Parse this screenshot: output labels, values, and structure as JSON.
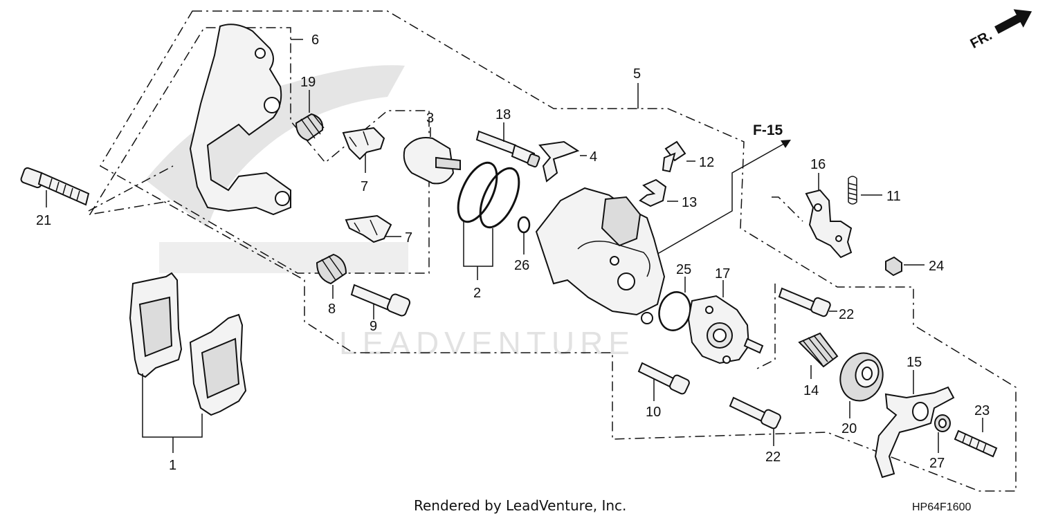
{
  "diagram": {
    "callouts": {
      "c1": "1",
      "c2": "2",
      "c3": "3",
      "c4": "4",
      "c5": "5",
      "c6": "6",
      "c7a": "7",
      "c7b": "7",
      "c8": "8",
      "c9": "9",
      "c10": "10",
      "c11": "11",
      "c12": "12",
      "c13": "13",
      "c14": "14",
      "c15": "15",
      "c16": "16",
      "c17": "17",
      "c18": "18",
      "c19": "19",
      "c20": "20",
      "c21": "21",
      "c22a": "22",
      "c22b": "22",
      "c23": "23",
      "c24": "24",
      "c25": "25",
      "c26": "26",
      "c27": "27"
    },
    "direction_label": "FR.",
    "reference_label": "F-15",
    "watermark": "LEADVENTURE",
    "footer_text": "Rendered by LeadVenture, Inc.",
    "diagram_code": "HP64F1600"
  }
}
